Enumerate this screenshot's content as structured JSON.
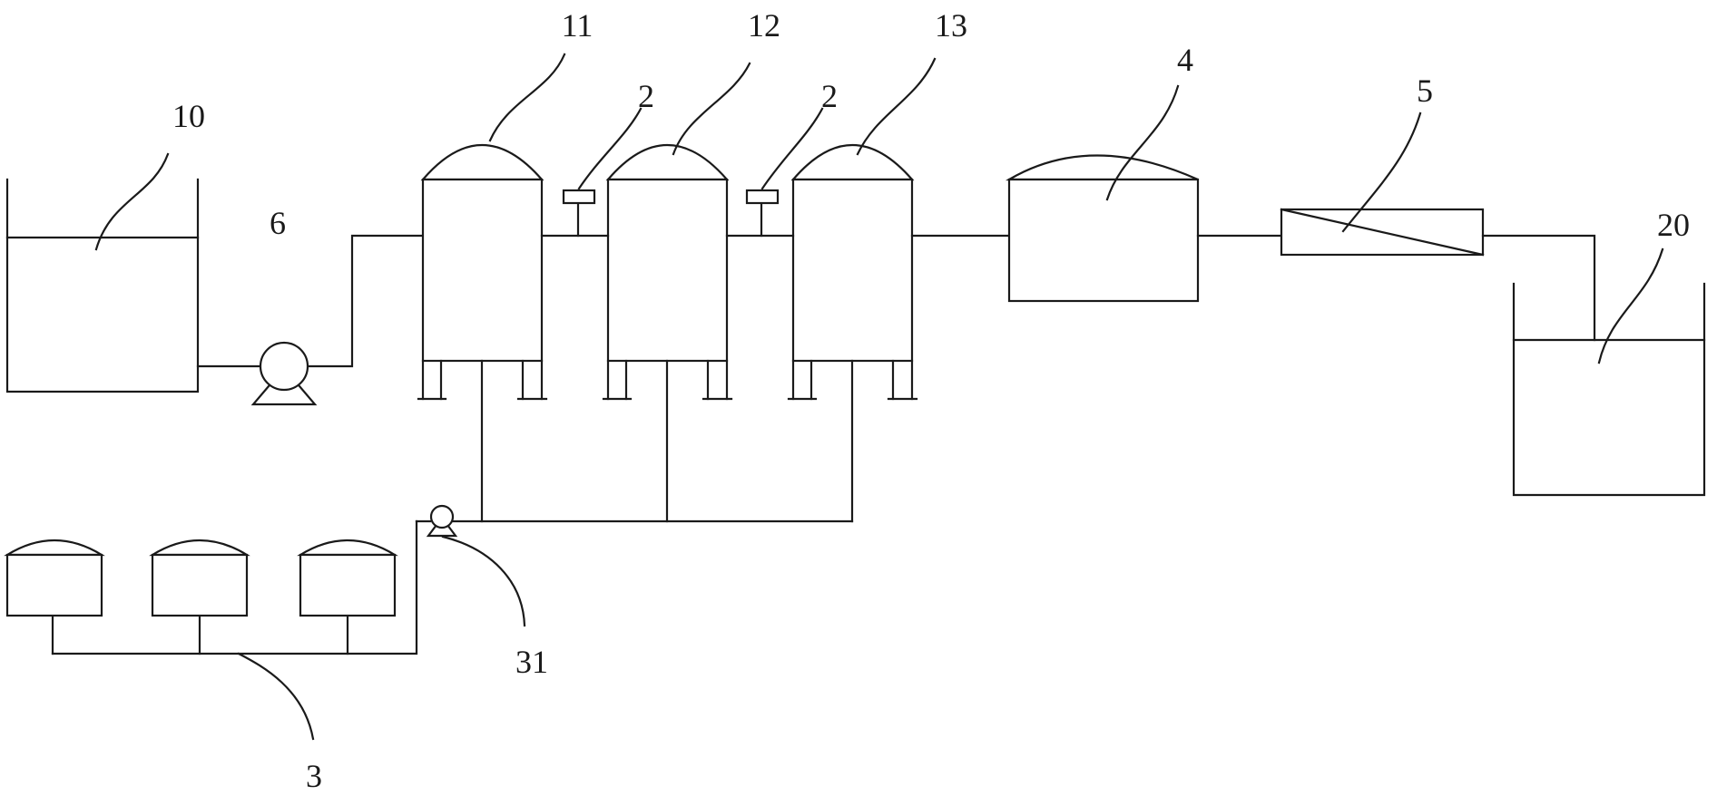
{
  "labels": {
    "raw_tank": "10",
    "pump_main": "6",
    "column_1": "11",
    "column_2": "12",
    "column_3": "13",
    "valve_a": "2",
    "valve_b": "2",
    "unit_4": "4",
    "unit_5": "5",
    "product_tank": "20",
    "dosing_pump": "31",
    "reagent_tanks": "3"
  },
  "colors": {
    "line": "#1a1a1a",
    "background": "#ffffff"
  }
}
